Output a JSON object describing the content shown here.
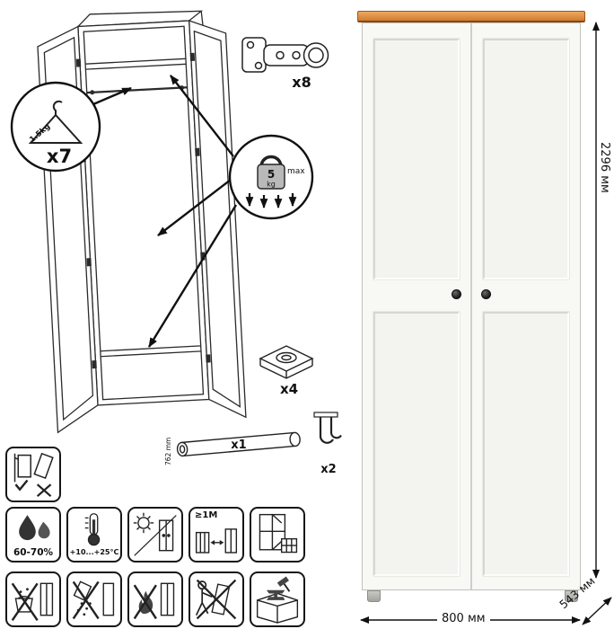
{
  "colors": {
    "trim_wood": "#dd8e49",
    "cabinet_white": "#f7f7f4",
    "line_ink": "#161616"
  },
  "callouts": {
    "hanger": {
      "capacity": "1.5kg",
      "count": "x7"
    },
    "shelf_load": {
      "value": "5",
      "unit": "kg",
      "note": "max"
    },
    "hinges": {
      "count": "x8"
    },
    "feet": {
      "count": "x4"
    },
    "rod": {
      "count": "x1",
      "length": "762 mm"
    },
    "hooks": {
      "count": "x2"
    }
  },
  "care": {
    "humidity": "60-70%",
    "temperature": "+10...+25°C",
    "min_distance": "≥1M"
  },
  "dimensions": {
    "height": "2296 мм",
    "width": "800 мм",
    "depth": "543 мм"
  }
}
